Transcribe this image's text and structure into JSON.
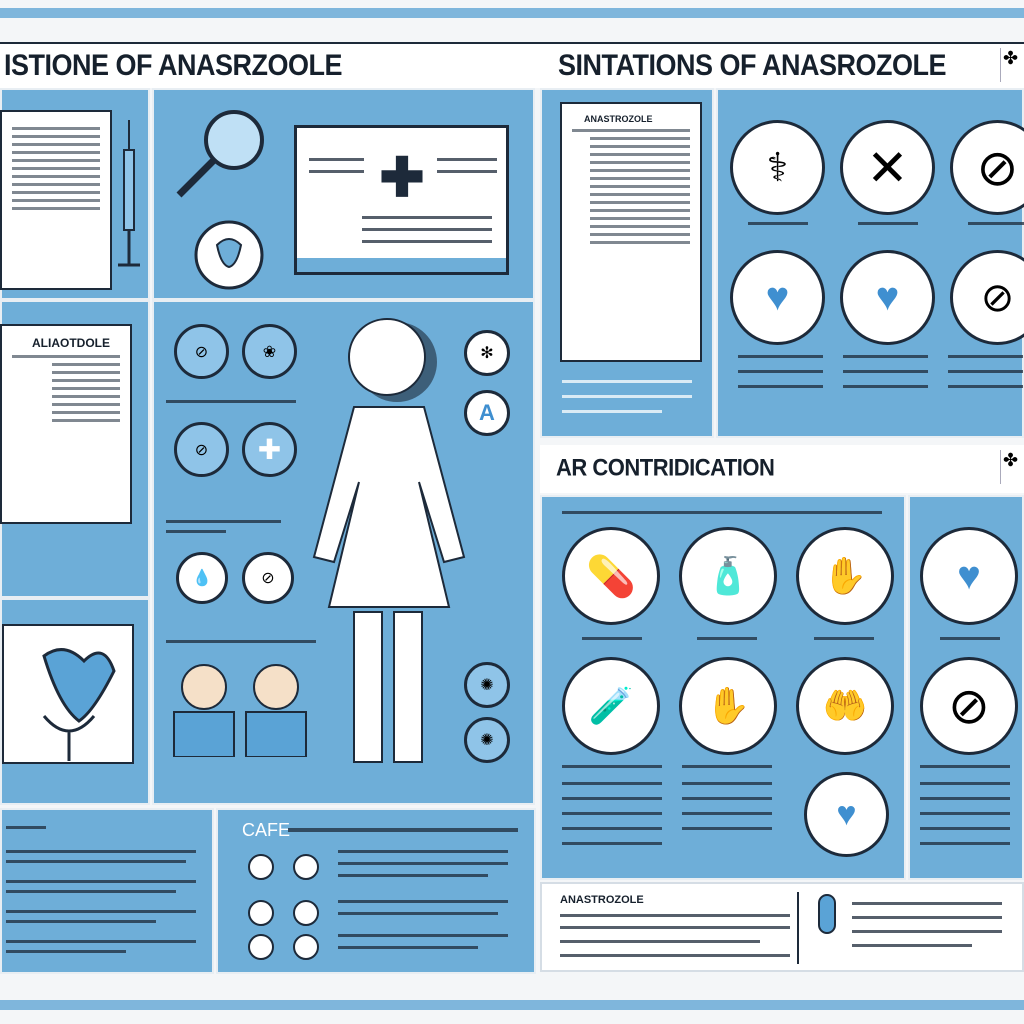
{
  "header": {
    "left_title": "ISTIONE OF ANASRZOOLE",
    "right_title": "SINTATIONS OF  ANASROZOLE"
  },
  "left": {
    "doc_label": "ALIAOTDOLE",
    "cafe_label": "CAFE"
  },
  "right": {
    "doc_label": "ANASTROZOLE",
    "section_title": "AR CONTRIDICATION",
    "footer_label": "ANASTROZOLE"
  },
  "colors": {
    "panel": "#6eaed8",
    "ink": "#1d2a3a",
    "accent": "#3f8fd0"
  }
}
